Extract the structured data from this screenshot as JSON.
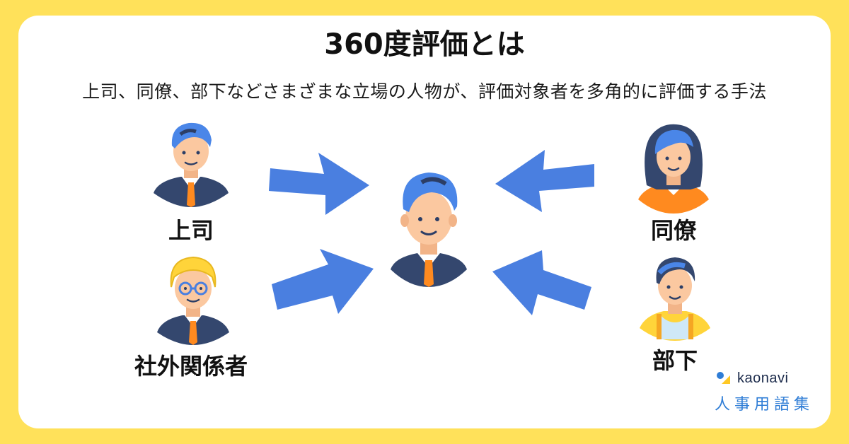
{
  "title": "360度評価とは",
  "subtitle": "上司、同僚、部下などさまざまな立場の人物が、評価対象者を多角的に評価する手法",
  "roles": {
    "boss": "上司",
    "external": "社外関係者",
    "colleague": "同僚",
    "subordinate": "部下"
  },
  "brand": {
    "name": "kaonavi",
    "tagline": "人事用語集"
  },
  "colors": {
    "background": "#FFE15A",
    "arrow": "#4A7FE0",
    "hair_blue": "#4A86E8",
    "suit": "#34476E",
    "tie": "#FF8A1F",
    "skin": "#FBC8A0"
  }
}
